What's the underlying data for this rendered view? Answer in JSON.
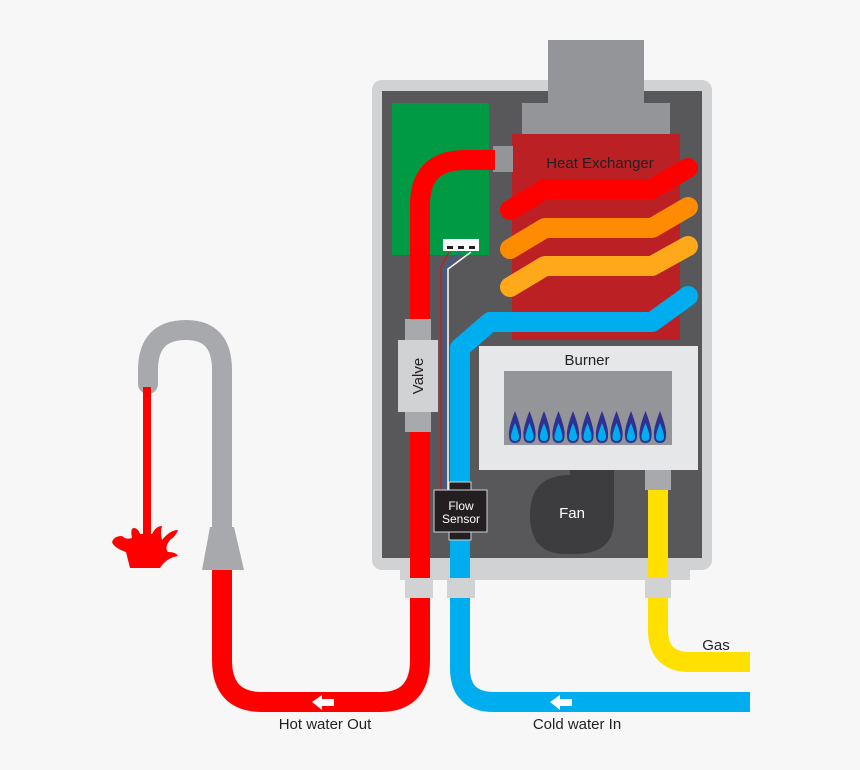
{
  "diagram": {
    "title": "Tankless water heater schematic",
    "components": {
      "heat_exchanger": "Heat Exchanger",
      "burner": "Burner",
      "valve": "Valve",
      "flow_sensor_line1": "Flow",
      "flow_sensor_line2": "Sensor",
      "fan": "Fan"
    },
    "pipes": {
      "hot_out": "Hot water Out",
      "cold_in": "Cold water In",
      "gas": "Gas"
    },
    "flame_count": 11,
    "colors": {
      "hot": "#ff0000",
      "warm": "#ff8c00",
      "mild": "#ffa81a",
      "cold": "#00aeef",
      "gas": "#ffe000",
      "heat_exchanger": "#bb2025",
      "control_board": "#009a44",
      "cabinet": "#58585a",
      "cabinet_frame": "#d1d2d4",
      "flue": "#939598",
      "burner_box": "#e6e7e8",
      "flame_outer": "#2e3192",
      "flame_inner": "#00aeef",
      "fan": "#3d3d3f",
      "faucet": "#a7a9ac"
    }
  }
}
